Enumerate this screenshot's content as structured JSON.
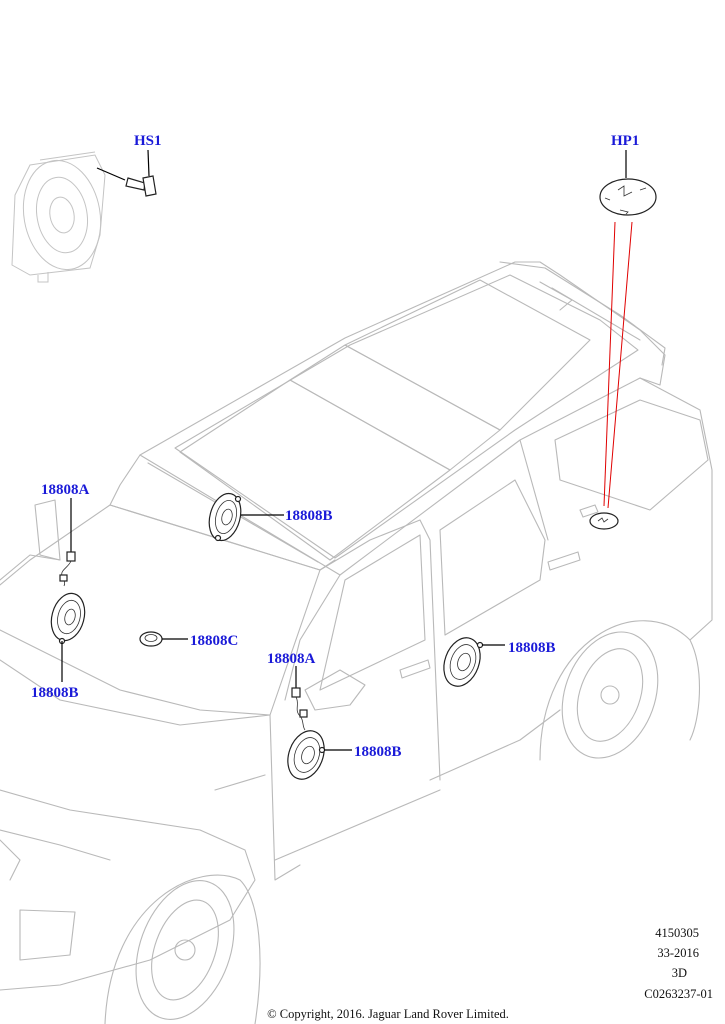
{
  "callouts": {
    "hs1": "HS1",
    "hp1": "HP1",
    "a_front_top": "18808A",
    "b_dash": "18808B",
    "b_front_left": "18808B",
    "c_center": "18808C",
    "a_door": "18808A",
    "b_rear_door": "18808B",
    "b_front_door": "18808B"
  },
  "footer": {
    "line1": "4150305",
    "line2": "33-2016",
    "line3": "3D",
    "line4": "C0263237-01",
    "copyright": "© Copyright, 2016. Jaguar Land Rover Limited."
  },
  "colors": {
    "callout_text": "#1a1ad8",
    "car_outline": "#b9b9b9",
    "parts": "#222222",
    "hp1_guide_lines": "#e00000"
  },
  "icons": [
    "subwoofer-icon",
    "screw-icon",
    "horn-disc-icon",
    "speaker-icon",
    "tweeter-icon",
    "connector-icon"
  ]
}
